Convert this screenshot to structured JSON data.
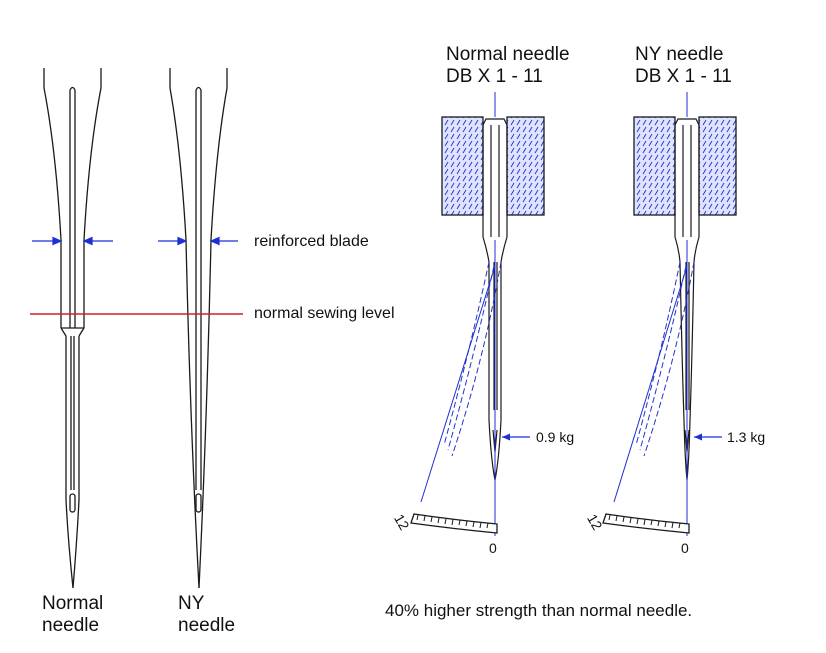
{
  "left_panel": {
    "normal_label_line1": "Normal",
    "normal_label_line2": "needle",
    "ny_label_line1": "NY",
    "ny_label_line2": "needle",
    "reinforced_label": "reinforced blade",
    "sewing_level_label": "normal sewing level"
  },
  "right_panel": {
    "normal_title_line1": "Normal needle",
    "normal_title_line2": "DB X 1 - 11",
    "ny_title_line1": "NY needle",
    "ny_title_line2": "DB X 1 - 11",
    "normal_force": "0.9 kg",
    "ny_force": "1.3 kg",
    "scale_max_normal": "12",
    "scale_zero_normal": "0",
    "scale_max_ny": "12",
    "scale_zero_ny": "0",
    "caption": "40% higher strength than normal needle."
  },
  "colors": {
    "outline": "#1a1a1a",
    "arrow_blue": "#1f2fd6",
    "sewing_line_red": "#d61f1f",
    "hatch_blue": "#2233cc"
  }
}
